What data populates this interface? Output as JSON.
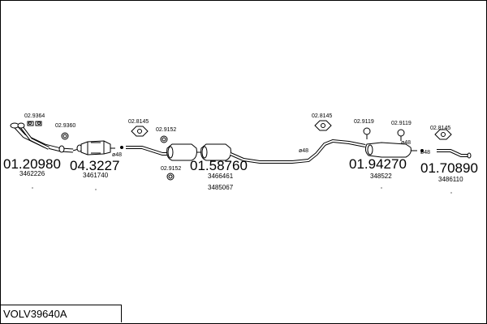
{
  "model_code": "VOLV39640A",
  "parts": [
    {
      "name": "front-pipe",
      "main": "01.20980",
      "ref": "3462226"
    },
    {
      "name": "catalytic-converter",
      "main": "04.3227",
      "ref": "3461740"
    },
    {
      "name": "middle-silencer",
      "main": "01.58760",
      "ref": "3466461"
    },
    {
      "name": "intermediate-pipe",
      "main": "",
      "ref": "3485067"
    },
    {
      "name": "rear-silencer",
      "main": "01.94270",
      "ref": "348522"
    },
    {
      "name": "tail-pipe",
      "main": "01.70890",
      "ref": "3486110"
    }
  ],
  "clamps": [
    {
      "name": "clamp-02-9364-front",
      "code": "02.9364"
    },
    {
      "name": "clamp-02-9360-front",
      "code": "02.9360"
    },
    {
      "name": "clamp-02-8145-cat",
      "code": "02.8145"
    },
    {
      "name": "clamp-02-9152-upper",
      "code": "02.9152"
    },
    {
      "name": "clamp-02-9152-lower",
      "code": "02.9152"
    },
    {
      "name": "clamp-02-8145-rear",
      "code": "02.8145"
    },
    {
      "name": "clamp-02-9119-a",
      "code": "02.9119"
    },
    {
      "name": "clamp-02-9119-b",
      "code": "02.9119"
    },
    {
      "name": "clamp-02-8145-tail",
      "code": "02.8145"
    }
  ],
  "diameters": [
    {
      "name": "diameter-cat",
      "label": "ø48"
    },
    {
      "name": "diameter-mid",
      "label": "ø48"
    },
    {
      "name": "diameter-rear",
      "label": "ø48"
    },
    {
      "name": "diameter-tail",
      "label": "ø48"
    }
  ]
}
